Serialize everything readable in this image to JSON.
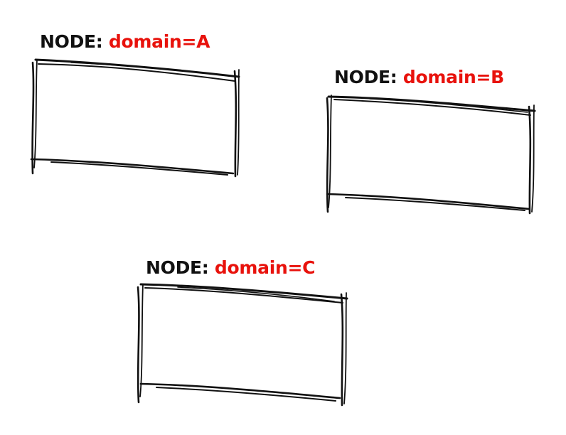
{
  "nodes": [
    {
      "id": "A",
      "prefix": "NODE:",
      "value": "domain=A"
    },
    {
      "id": "B",
      "prefix": "NODE:",
      "value": "domain=B"
    },
    {
      "id": "C",
      "prefix": "NODE:",
      "value": "domain=C"
    }
  ],
  "colors": {
    "prefix": "#111111",
    "value": "#e8120c",
    "stroke": "#111111"
  }
}
